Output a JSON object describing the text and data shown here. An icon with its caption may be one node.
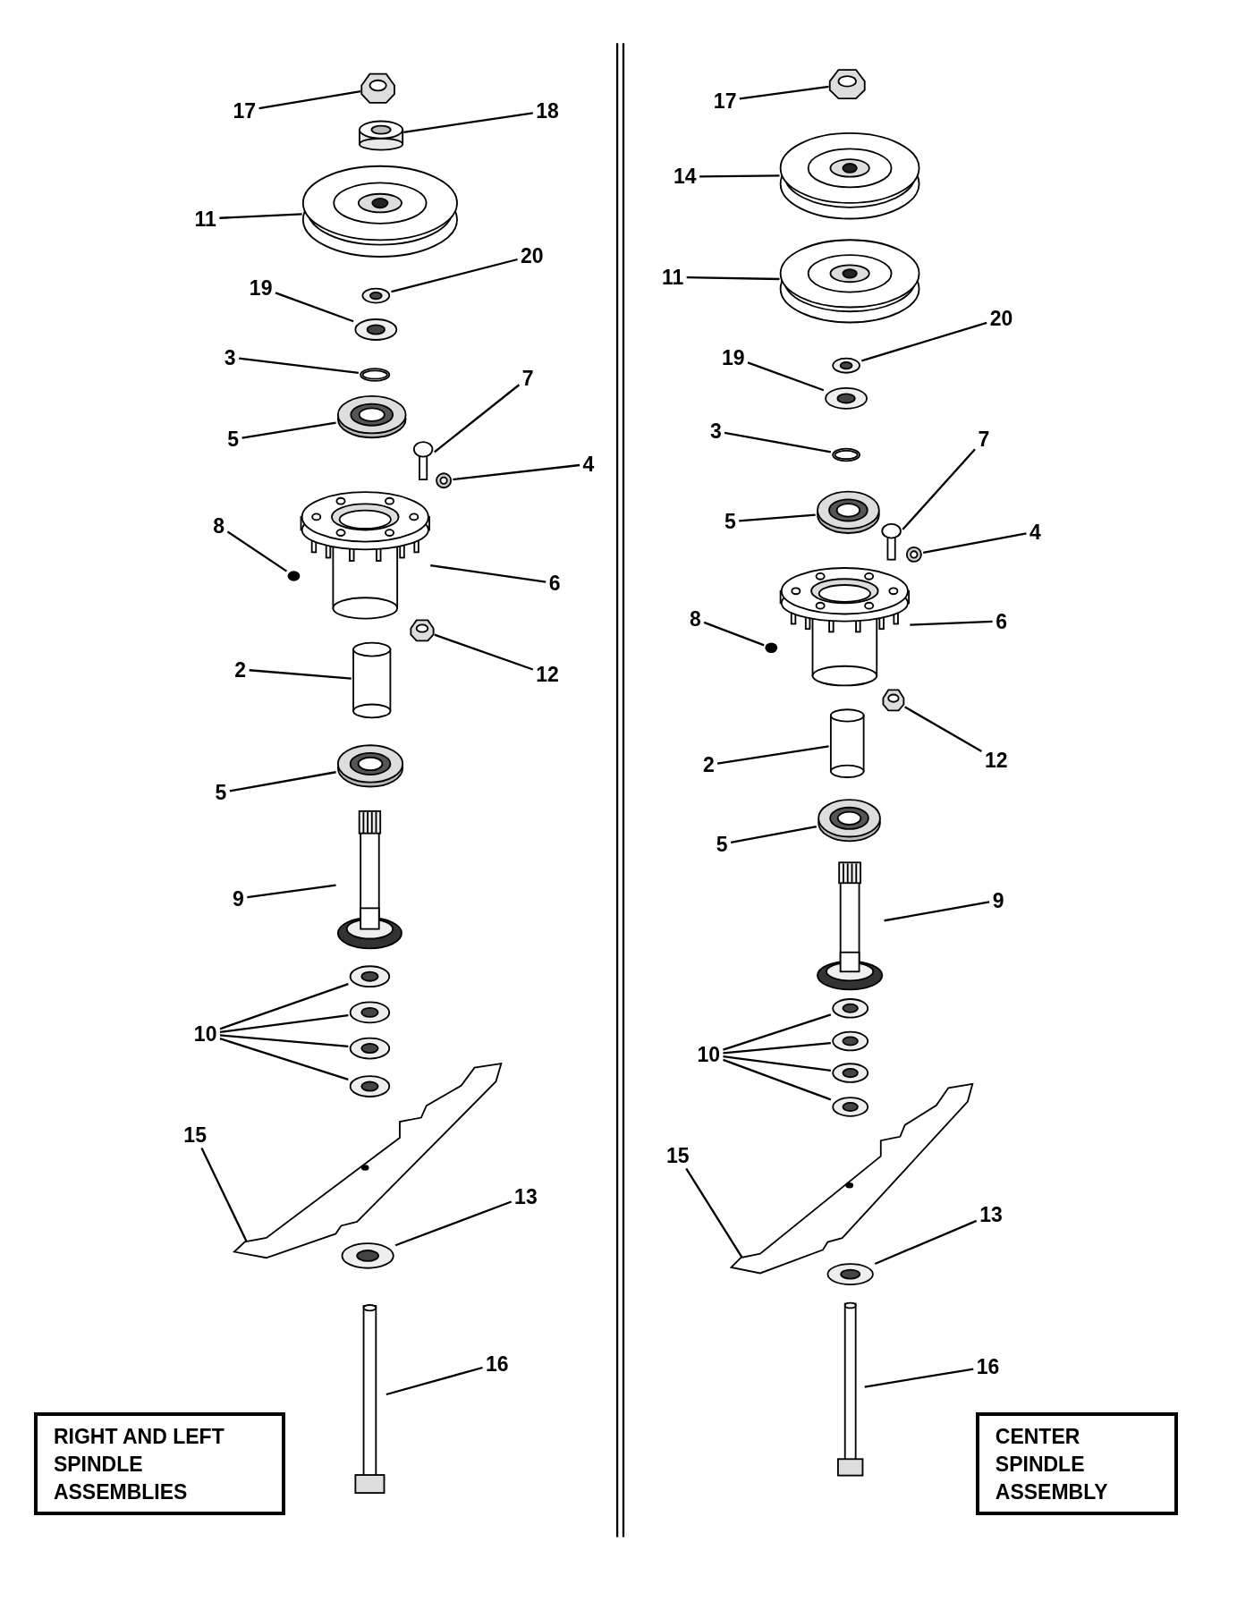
{
  "diagram": {
    "nodes": [
      {
        "text": [
          "17"
        ]
      },
      {
        "text": [],
        "shape": "picture"
      },
      {
        "text": [
          "18"
        ]
      },
      {
        "text": [],
        "shape": "picture"
      },
      {
        "text": [
          "11"
        ]
      },
      {
        "text": [],
        "shape": "picture"
      },
      {
        "text": [
          "20"
        ]
      },
      {
        "text": [],
        "shape": "picture"
      },
      {
        "text": [
          "19"
        ]
      },
      {
        "text": [],
        "shape": "picture"
      },
      {
        "text": [
          "3"
        ]
      },
      {
        "text": [],
        "shape": "picture"
      },
      {
        "text": [
          "5"
        ]
      },
      {
        "text": [],
        "shape": "picture"
      },
      {
        "text": [
          "7"
        ]
      },
      {
        "text": [],
        "shape": "picture"
      },
      {
        "text": [
          "4"
        ]
      },
      {
        "text": [],
        "shape": "picture"
      },
      {
        "text": [
          "8"
        ]
      },
      {
        "text": [],
        "shape": "circle"
      },
      {
        "text": [
          "6"
        ]
      },
      {
        "text": [],
        "shape": "picture"
      },
      {
        "text": [
          "12"
        ]
      },
      {
        "text": [],
        "shape": "picture"
      },
      {
        "text": [
          "2"
        ]
      },
      {
        "text": [],
        "shape": "cylinder"
      },
      {
        "text": [
          "5"
        ]
      },
      {
        "text": [],
        "shape": "picture"
      },
      {
        "text": [
          "9"
        ]
      },
      {
        "text": [],
        "shape": "picture"
      },
      {
        "text": [
          "10"
        ]
      },
      {
        "text": [],
        "shape": "picture"
      },
      {
        "text": [],
        "shape": "picture"
      },
      {
        "text": [],
        "shape": "picture"
      },
      {
        "text": [],
        "shape": "picture"
      },
      {
        "text": [
          "15"
        ]
      },
      {
        "text": [],
        "shape": "picture"
      },
      {
        "text": [
          "13"
        ]
      },
      {
        "text": [],
        "shape": "picture"
      },
      {
        "text": [
          "16"
        ]
      },
      {
        "text": [],
        "shape": "picture"
      },
      {
        "text": [
          "RIGHT AND LEFT SPINDLE ASSEMBLIES"
        ]
      },
      {
        "text": [
          "17"
        ]
      },
      {
        "text": [],
        "shape": "picture"
      },
      {
        "text": [
          "14"
        ]
      },
      {
        "text": [],
        "shape": "picture"
      },
      {
        "text": [
          "11"
        ]
      },
      {
        "text": [],
        "shape": "picture"
      },
      {
        "text": [
          "20"
        ]
      },
      {
        "text": [],
        "shape": "picture"
      },
      {
        "text": [
          "19"
        ]
      },
      {
        "text": [],
        "shape": "picture"
      },
      {
        "text": [
          "3"
        ]
      },
      {
        "text": [],
        "shape": "picture"
      },
      {
        "text": [
          "5"
        ]
      },
      {
        "text": [],
        "shape": "picture"
      },
      {
        "text": [
          "7"
        ]
      },
      {
        "text": [],
        "shape": "picture"
      },
      {
        "text": [
          "4"
        ]
      },
      {
        "text": [],
        "shape": "picture"
      },
      {
        "text": [
          "8"
        ]
      },
      {
        "text": [],
        "shape": "circle"
      },
      {
        "text": [
          "6"
        ]
      },
      {
        "text": [],
        "shape": "picture"
      },
      {
        "text": [
          "12"
        ]
      },
      {
        "text": [],
        "shape": "picture"
      },
      {
        "text": [
          "2"
        ]
      },
      {
        "text": [],
        "shape": "cylinder"
      },
      {
        "text": [
          "5"
        ]
      },
      {
        "text": [],
        "shape": "picture"
      },
      {
        "text": [
          "9"
        ]
      },
      {
        "text": [],
        "shape": "picture"
      },
      {
        "text": [
          "10"
        ]
      },
      {
        "text": [],
        "shape": "picture"
      },
      {
        "text": [],
        "shape": "picture"
      },
      {
        "text": [],
        "shape": "picture"
      },
      {
        "text": [],
        "shape": "picture"
      },
      {
        "text": [
          "15"
        ]
      },
      {
        "text": [],
        "shape": "picture"
      },
      {
        "text": [
          "13"
        ]
      },
      {
        "text": [],
        "shape": "picture"
      },
      {
        "text": [
          "16"
        ]
      },
      {
        "text": [],
        "shape": "picture"
      },
      {
        "text": [
          "CENTER SPINDLE ASSEMBLY"
        ]
      }
    ],
    "edges": [
      {
        "from": 0,
        "to": 1,
        "arrow": "none"
      },
      {
        "from": 2,
        "to": 3,
        "arrow": "none"
      },
      {
        "from": 4,
        "to": 5,
        "arrow": "none"
      },
      {
        "from": 6,
        "to": 7,
        "arrow": "none"
      },
      {
        "from": 8,
        "to": 9,
        "arrow": "none"
      },
      {
        "from": 10,
        "to": 11,
        "arrow": "none"
      },
      {
        "from": 12,
        "to": 13,
        "arrow": "none"
      },
      {
        "from": 14,
        "to": 15,
        "arrow": "none"
      },
      {
        "from": 16,
        "to": 17,
        "arrow": "none"
      },
      {
        "from": 18,
        "to": 19,
        "arrow": "none"
      },
      {
        "from": 20,
        "to": 21,
        "arrow": "none"
      },
      {
        "from": 22,
        "to": 23,
        "arrow": "none"
      },
      {
        "from": 24,
        "to": 25,
        "arrow": "none"
      },
      {
        "from": 26,
        "to": 27,
        "arrow": "none"
      },
      {
        "from": 28,
        "to": 29,
        "arrow": "none"
      },
      {
        "from": 30,
        "to": 31,
        "arrow": "none"
      },
      {
        "from": 30,
        "to": 32,
        "arrow": "none"
      },
      {
        "from": 30,
        "to": 33,
        "arrow": "none"
      },
      {
        "from": 30,
        "to": 34,
        "arrow": "none"
      },
      {
        "from": 35,
        "to": 36,
        "arrow": "none"
      },
      {
        "from": 37,
        "to": 38,
        "arrow": "none"
      },
      {
        "from": 39,
        "to": 40,
        "arrow": "none"
      },
      {
        "from": 42,
        "to": 43,
        "arrow": "none"
      },
      {
        "from": 44,
        "to": 45,
        "arrow": "none"
      },
      {
        "from": 46,
        "to": 47,
        "arrow": "none"
      },
      {
        "from": 48,
        "to": 49,
        "arrow": "none"
      },
      {
        "from": 50,
        "to": 51,
        "arrow": "none"
      },
      {
        "from": 52,
        "to": 53,
        "arrow": "none"
      },
      {
        "from": 54,
        "to": 55,
        "arrow": "none"
      },
      {
        "from": 56,
        "to": 57,
        "arrow": "none"
      },
      {
        "from": 58,
        "to": 59,
        "arrow": "none"
      },
      {
        "from": 60,
        "to": 61,
        "arrow": "none"
      },
      {
        "from": 62,
        "to": 63,
        "arrow": "none"
      },
      {
        "from": 64,
        "to": 65,
        "arrow": "none"
      },
      {
        "from": 66,
        "to": 67,
        "arrow": "none"
      },
      {
        "from": 68,
        "to": 69,
        "arrow": "none"
      },
      {
        "from": 70,
        "to": 71,
        "arrow": "none"
      },
      {
        "from": 72,
        "to": 73,
        "arrow": "none"
      },
      {
        "from": 72,
        "to": 74,
        "arrow": "none"
      },
      {
        "from": 72,
        "to": 75,
        "arrow": "none"
      },
      {
        "from": 72,
        "to": 76,
        "arrow": "none"
      },
      {
        "from": 77,
        "to": 78,
        "arrow": "none"
      },
      {
        "from": 79,
        "to": 80,
        "arrow": "none"
      },
      {
        "from": 81,
        "to": 82,
        "arrow": "none"
      }
    ]
  }
}
